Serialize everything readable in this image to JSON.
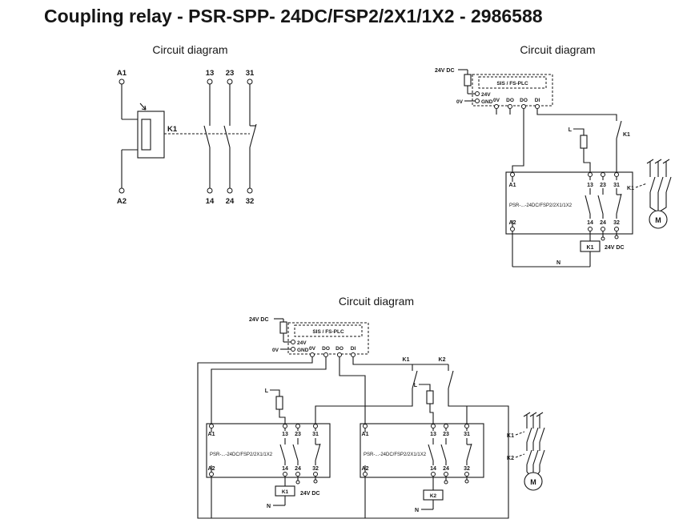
{
  "page": {
    "title": "Coupling relay - PSR-SPP- 24DC/FSP2/2X1/1X2 - 2986588"
  },
  "diagram1": {
    "heading": "Circuit diagram",
    "a1": "A1",
    "a2": "A2",
    "k1": "K1",
    "t13": "13",
    "t23": "23",
    "t31": "31",
    "t14": "14",
    "t24": "24",
    "t32": "32"
  },
  "diagram2": {
    "heading": "Circuit diagram",
    "supply": "24V DC",
    "plc": "SIS / FS-PLC",
    "v24": "24V",
    "gnd": "GND",
    "ov_in": "0V",
    "io_ov": "0V",
    "io_do1": "DO",
    "io_do2": "DO",
    "io_di": "DI",
    "line": "L",
    "feedback_contact": "K1",
    "dev": {
      "a1": "A1",
      "t13": "13",
      "t23": "23",
      "t31": "31",
      "name": "PSR-...-24DC/FSP2/2X1/1X2",
      "a2": "A2",
      "t14": "14",
      "t24": "24",
      "t32": "32"
    },
    "contactor": "K1",
    "motor": "M",
    "coil": "K1",
    "coil_supply": "24V DC",
    "neutral": "N"
  },
  "diagram3": {
    "heading": "Circuit diagram",
    "supply": "24V DC",
    "plc": "SIS / FS-PLC",
    "v24": "24V",
    "gnd": "GND",
    "ov_in": "0V",
    "io_ov": "0V",
    "io_do1": "DO",
    "io_do2": "DO",
    "io_di": "DI",
    "k1_contact": "K1",
    "k2_contact": "K2",
    "line1": "L",
    "line2": "L",
    "dev1": {
      "a1": "A1",
      "t13": "13",
      "t23": "23",
      "t31": "31",
      "name": "PSR-...-24DC/FSP2/2X1/1X2",
      "a2": "A2",
      "t14": "14",
      "t24": "24",
      "t32": "32"
    },
    "dev2": {
      "a1": "A1",
      "t13": "13",
      "t23": "23",
      "t31": "31",
      "name": "PSR-...-24DC/FSP2/2X1/1X2",
      "a2": "A2",
      "t14": "14",
      "t24": "24",
      "t32": "32"
    },
    "contactor1": "K1",
    "contactor2": "K2",
    "motor": "M",
    "coil1": "K1",
    "coil2": "K2",
    "coil_supply": "24V DC",
    "neutral1": "N",
    "neutral2": "N"
  }
}
